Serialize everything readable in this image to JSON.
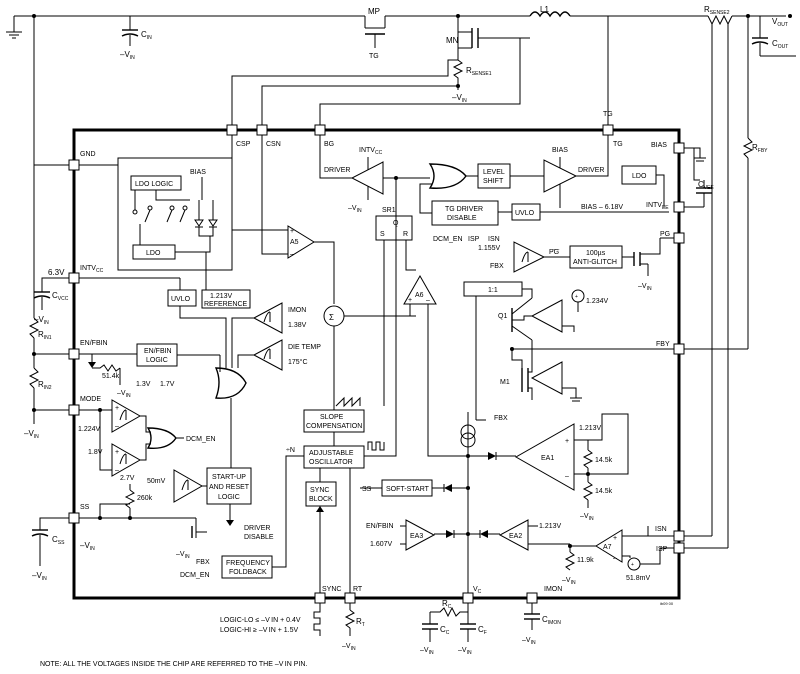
{
  "ground_label": "",
  "note": "NOTE: ALL THE VOLTAGES INSIDE THE CHIP ARE REFERRED TO THE –V IN PIN.",
  "part_code": "ib09 00",
  "neg_vin": "–V",
  "neg_vin_sub": "IN",
  "external": {
    "mp": "MP",
    "mn": "MN",
    "tg": "TG",
    "l1": "L1",
    "rsense1": "R",
    "rsense1_sub": "SENSE1",
    "rsense2": "R",
    "rsense2_sub": "SENSE2",
    "vout": "V",
    "vout_sub": "OUT",
    "cout": "C",
    "cout_sub": "OUT",
    "cin": "C",
    "cin_sub": "IN",
    "rfby": "R",
    "rfby_sub": "FBY",
    "cvee": "C",
    "cvee_sub": "VEE",
    "rin1": "R",
    "rin1_sub": "IN1",
    "rin2": "R",
    "rin2_sub": "IN2",
    "cvcc": "C",
    "cvcc_sub": "VCC",
    "v63": "6.3V",
    "css": "C",
    "css_sub": "SS",
    "rt": "R",
    "rt_sub": "T",
    "rc": "R",
    "rc_sub": "C",
    "cc": "C",
    "cc_sub": "C",
    "cf": "C",
    "cf_sub": "F",
    "cimon": "C",
    "cimon_sub": "IMON",
    "logic_lo": "LOGIC-LO ≤ –V IN + 0.4V",
    "logic_hi": "LOGIC-HI ≥ –V IN + 1.5V"
  },
  "pins": {
    "gnd": "GND",
    "intvcc": "INTV",
    "intvcc_sub": "CC",
    "enfbin": "EN/FBIN",
    "mode": "MODE",
    "ss": "SS",
    "csp": "CSP",
    "csn": "CSN",
    "bg": "BG",
    "tg": "TG",
    "bias": "BIAS",
    "intvee": "INTV",
    "intvee_sub": "EE",
    "pg": "PG",
    "fby": "FBY",
    "isn": "ISN",
    "isp": "ISP",
    "sync": "SYNC",
    "rt": "RT",
    "vc": "V",
    "vc_sub": "C",
    "imon": "IMON"
  },
  "blocks": {
    "ldo_logic": "LDO LOGIC",
    "ldo": "LDO",
    "ldo_right": "LDO",
    "uvlo": "UVLO",
    "ref": [
      "1.213V",
      "REFERENCE"
    ],
    "enfbin_logic": [
      "EN/FBIN",
      "LOGIC"
    ],
    "level_shift": [
      "LEVEL",
      "SHIFT"
    ],
    "tg_driver_disable": [
      "TG DRIVER",
      "DISABLE"
    ],
    "uvlo_tg": "UVLO",
    "anti_glitch": [
      "100µs",
      "ANTI-GLITCH"
    ],
    "slope": [
      "SLOPE",
      "COMPENSATION"
    ],
    "osc": [
      "ADJUSTABLE",
      "OSCILLATOR"
    ],
    "sync_block": [
      "SYNC",
      "BLOCK"
    ],
    "startup": [
      "START-UP",
      "AND RESET",
      "LOGIC"
    ],
    "freq_foldback": [
      "FREQUENCY",
      "FOLDBACK"
    ],
    "soft_start": "SOFT-START",
    "one_to_one": "1:1"
  },
  "amps": {
    "a5": "A5",
    "a6": "A6",
    "a7": "A7",
    "ea1": "EA1",
    "ea2": "EA2",
    "ea3": "EA3",
    "pg_cmp": "PG"
  },
  "labels": {
    "driver_l": "DRIVER",
    "bias_l": "BIAS",
    "driver_r": "DRIVER",
    "intvcc_d": "INTV",
    "intvcc_d_sub": "CC",
    "bias_6v": "BIAS – 6.18V",
    "sr1": "SR1",
    "q": "Q",
    "s": "S",
    "r": "R",
    "dcm_en": "DCM_EN",
    "isp": "ISP",
    "isn": "ISN",
    "v1155": "1.155V",
    "fbx": "FBX",
    "v1234": "1.234V",
    "q1": "Q1",
    "m1": "M1",
    "imon": "IMON",
    "v138": "1.38V",
    "die_temp": "DIE TEMP",
    "t175": "175°C",
    "r514": "51.4k",
    "v13": "1.3V",
    "v17": "1.7V",
    "v1224": "1.224V",
    "v18": "1.8V",
    "dcm_en2": "DCM_EN",
    "v27": "2.7V",
    "r260": "260k",
    "v50m": "50mV",
    "driver_disable": [
      "DRIVER",
      "DISABLE"
    ],
    "fbx2": "FBX",
    "dcm_en3": "DCM_EN",
    "div_n": "÷N",
    "ss_l": "SS",
    "v1213": "1.213V",
    "r145a": "14.5k",
    "r145b": "14.5k",
    "fbx3": "FBX",
    "enfbin2": "EN/FBIN",
    "v1607": "1.607V",
    "v1213b": "1.213V",
    "r119": "11.9k",
    "v518": "51.8mV",
    "plus": "+",
    "minus": "–",
    "bias_top": "BIAS"
  }
}
